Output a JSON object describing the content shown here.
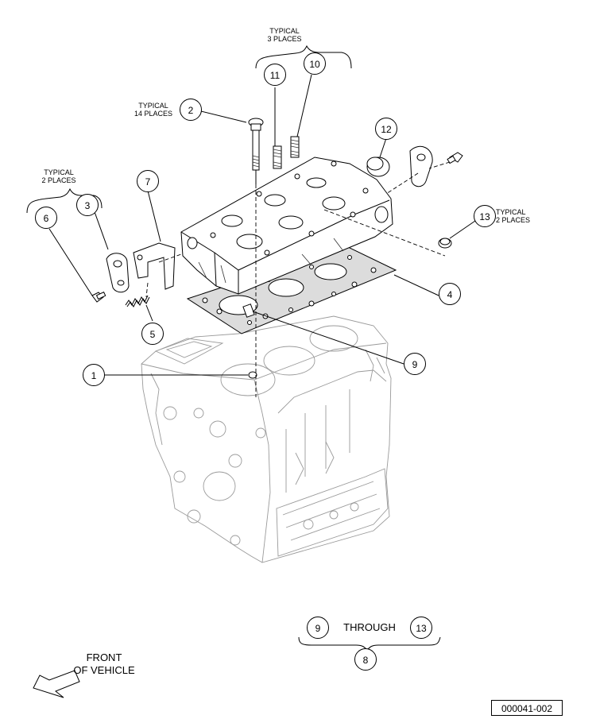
{
  "callouts": [
    {
      "label": "1"
    },
    {
      "label": "2"
    },
    {
      "label": "3"
    },
    {
      "label": "4"
    },
    {
      "label": "5"
    },
    {
      "label": "6"
    },
    {
      "label": "7"
    },
    {
      "label": "8"
    },
    {
      "label": "9"
    },
    {
      "label": "9"
    },
    {
      "label": "10"
    },
    {
      "label": "11"
    },
    {
      "label": "12"
    },
    {
      "label": "13"
    },
    {
      "label": "13"
    }
  ],
  "notes": {
    "typical_3_places": "TYPICAL\n3 PLACES",
    "typical_14_places": "TYPICAL\n14 PLACES",
    "typical_2_places_left": "TYPICAL\n2 PLACES",
    "typical_2_places_right": "TYPICAL\n2 PLACES"
  },
  "through_text": "THROUGH",
  "front_of_vehicle": "FRONT\nOF VEHICLE",
  "figure_id": "000041-002"
}
